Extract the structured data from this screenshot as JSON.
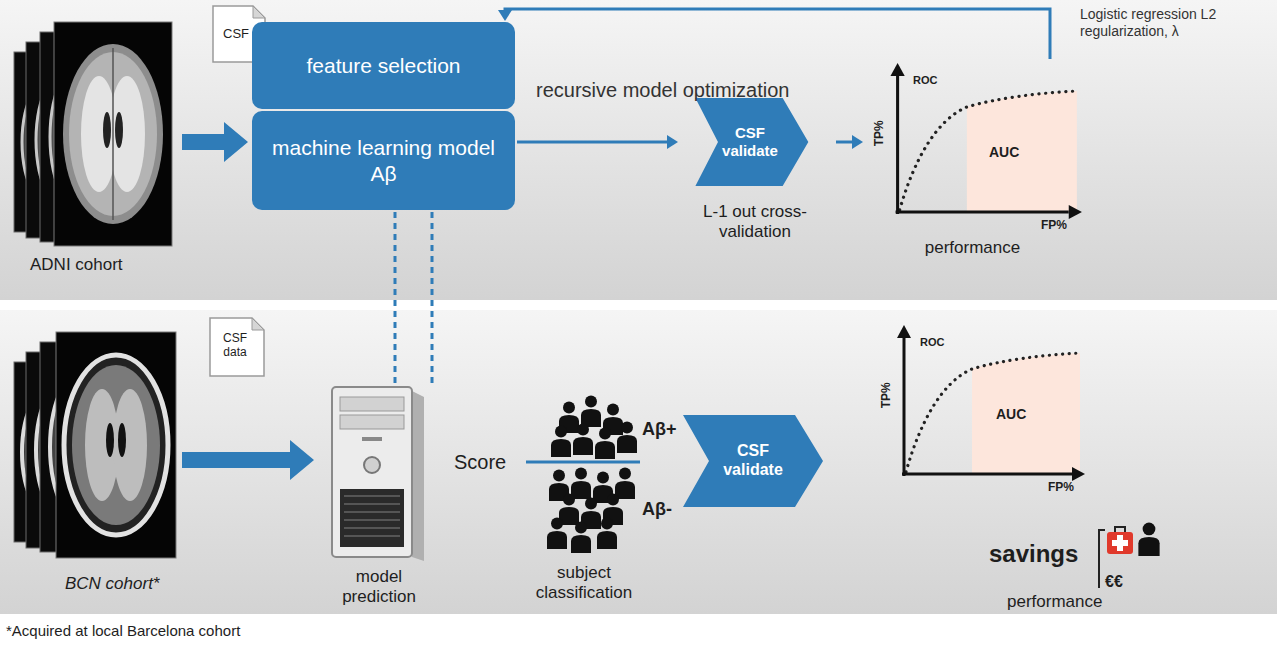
{
  "diagram": {
    "nodes": [
      {
        "text": [
          "ADNI cohort"
        ]
      },
      {
        "text": [
          "CSF"
        ]
      },
      {
        "text": [
          "feature selection"
        ]
      },
      {
        "text": [
          "machine learning model Aβ"
        ]
      },
      {
        "text": [
          "CSF validate",
          "L-1 out cross-validation"
        ]
      },
      {
        "text": [
          "ROC",
          "AUC",
          "TP%",
          "FP%",
          "performance"
        ]
      },
      {
        "text": [
          "BCN cohort*"
        ]
      },
      {
        "text": [
          "CSF data"
        ]
      },
      {
        "text": [
          "model prediction"
        ]
      },
      {
        "text": [
          "Score",
          "Aβ+",
          "Aβ-",
          "subject classification"
        ]
      },
      {
        "text": [
          "CSF validate"
        ]
      },
      {
        "text": [
          "ROC",
          "AUC",
          "TP%",
          "FP%"
        ]
      },
      {
        "text": [
          "savings",
          "€€",
          "performance"
        ]
      }
    ],
    "edges": [
      {
        "from": 0,
        "to": 3,
        "arrow": "to"
      },
      {
        "from": 3,
        "to": 4,
        "arrow": "to"
      },
      {
        "from": 4,
        "to": 5,
        "arrow": "to"
      },
      {
        "from": 5,
        "to": 2,
        "arrow": "to",
        "label": "Logistic regression L2 regularization, λ"
      },
      {
        "from": 3,
        "to": 8,
        "arrow": "none"
      },
      {
        "from": 3,
        "to": 8,
        "arrow": "none"
      },
      {
        "from": 6,
        "to": 8,
        "arrow": "to"
      }
    ],
    "labels": [
      "recursive model optimization",
      "*Acquired at local Barcelona cohort"
    ]
  }
}
